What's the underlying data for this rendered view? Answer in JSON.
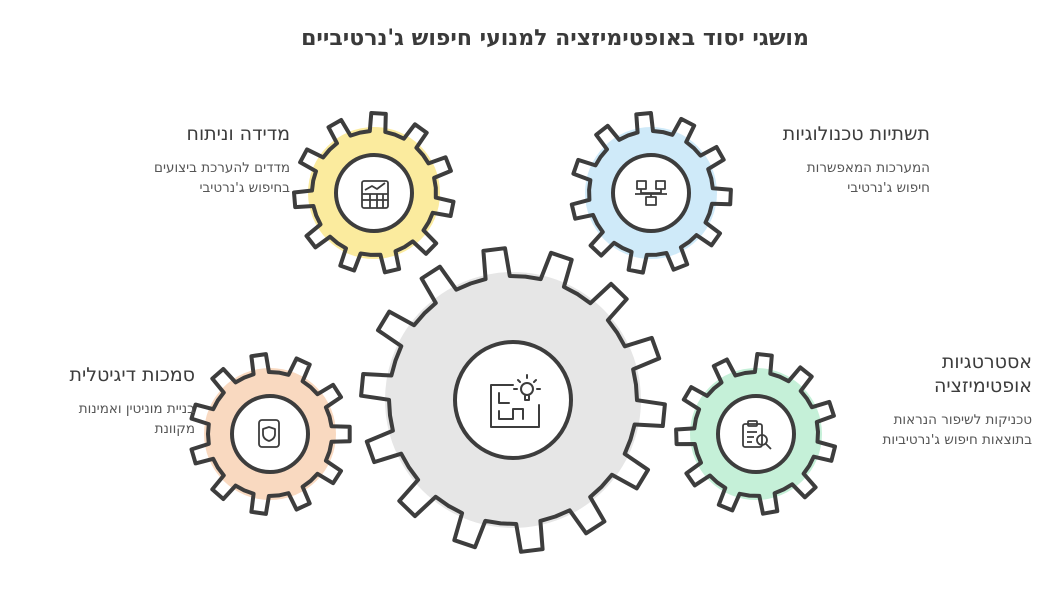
{
  "title": "מושגי יסוד באופטימיזציה למנועי חיפוש ג'נרטיביים",
  "colors": {
    "stroke": "#3d3d3d",
    "yellow": "#fbeb9e",
    "blue": "#cfeaf9",
    "green": "#c5f0d8",
    "peach": "#f9d9c0",
    "gray": "#e6e6e6"
  },
  "concepts": [
    {
      "id": "measure",
      "heading": "מדידה וניתוח",
      "desc_line1": "מדדים להערכת ביצועים",
      "desc_line2": "בחיפוש ג'נרטיבי",
      "icon": "spreadsheet-chart-icon",
      "color": "yellow"
    },
    {
      "id": "infra",
      "heading": "תשתיות טכנולוגיות",
      "desc_line1": "המערכות המאפשרות",
      "desc_line2": "חיפוש ג'נרטיבי",
      "icon": "network-nodes-icon",
      "color": "blue"
    },
    {
      "id": "strat",
      "heading_line1": "אסטרטגיות",
      "heading_line2": "אופטימיזציה",
      "desc_line1": "טכניקות לשיפור הנראות",
      "desc_line2": "בתוצאות חיפוש ג'נרטיביות",
      "icon": "clipboard-search-icon",
      "color": "green"
    },
    {
      "id": "digital",
      "heading": "סמכות דיגיטלית",
      "desc_line1": "בניית מוניטין ואמינות",
      "desc_line2": "מקוונת",
      "icon": "phone-shield-icon",
      "color": "peach"
    }
  ],
  "center": {
    "icon": "blueprint-lightbulb-icon",
    "color": "gray"
  }
}
